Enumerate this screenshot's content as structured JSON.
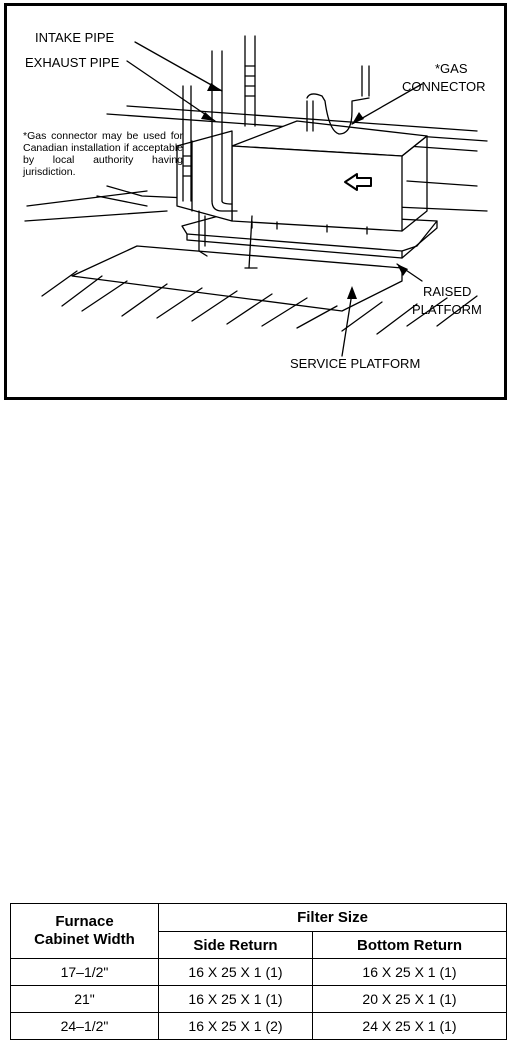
{
  "figure": {
    "labels": {
      "intake_pipe": "INTAKE PIPE",
      "exhaust_pipe": "EXHAUST PIPE",
      "gas_connector_line1": "*GAS",
      "gas_connector_line2": "CONNECTOR",
      "raised_platform_line1": "RAISED",
      "raised_platform_line2": "PLATFORM",
      "service_platform": "SERVICE PLATFORM"
    },
    "note": "*Gas connector may be used for Canadian installation if acceptable by local authority having jurisdiction.",
    "arrow_icon": "left-arrow-outline"
  },
  "filter_table": {
    "header_cabinet_line1": "Furnace",
    "header_cabinet_line2": "Cabinet Width",
    "header_filter_size": "Filter Size",
    "header_side_return": "Side Return",
    "header_bottom_return": "Bottom Return",
    "rows": [
      {
        "width": "17–1/2\"",
        "side": "16 X 25 X 1 (1)",
        "bottom": "16 X 25 X 1 (1)"
      },
      {
        "width": "21\"",
        "side": "16 X 25 X 1 (1)",
        "bottom": "20 X 25 X 1 (1)"
      },
      {
        "width": "24–1/2\"",
        "side": "16 X 25 X 1 (2)",
        "bottom": "24 X 25 X 1 (1)"
      }
    ]
  }
}
